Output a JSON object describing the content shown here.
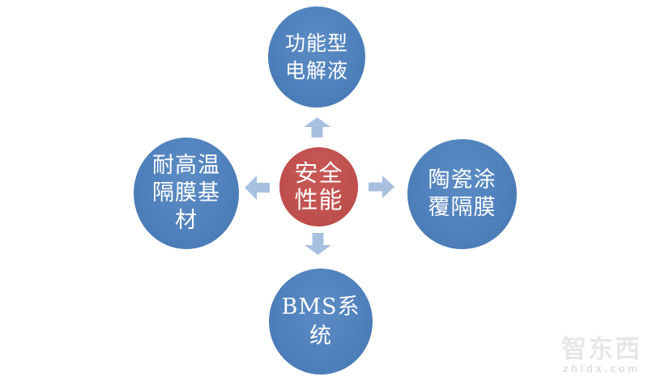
{
  "diagram": {
    "type": "radial-relationship",
    "background": "#ffffff",
    "center": {
      "label": "安全性能",
      "lines": [
        "安全",
        "性能"
      ],
      "color": "#c0504d",
      "text_color": "#ffffff"
    },
    "nodes": [
      {
        "id": "top",
        "label": "功能型电解液",
        "lines": [
          "功能型",
          "电解液"
        ]
      },
      {
        "id": "left",
        "label": "耐高温隔膜基材",
        "lines": [
          "耐高温",
          "隔膜基",
          "材"
        ]
      },
      {
        "id": "right",
        "label": "陶瓷涂覆隔膜",
        "lines": [
          "陶瓷涂",
          "覆隔膜"
        ]
      },
      {
        "id": "bottom",
        "label": "BMS系统",
        "lines": [
          "BMS系",
          "统"
        ]
      }
    ],
    "node_color": "#4f81bd",
    "node_text_color": "#ffffff",
    "arrow_color": "#a8c0e0"
  },
  "watermark": {
    "logo": "智东西",
    "domain": "zhidx.com"
  }
}
